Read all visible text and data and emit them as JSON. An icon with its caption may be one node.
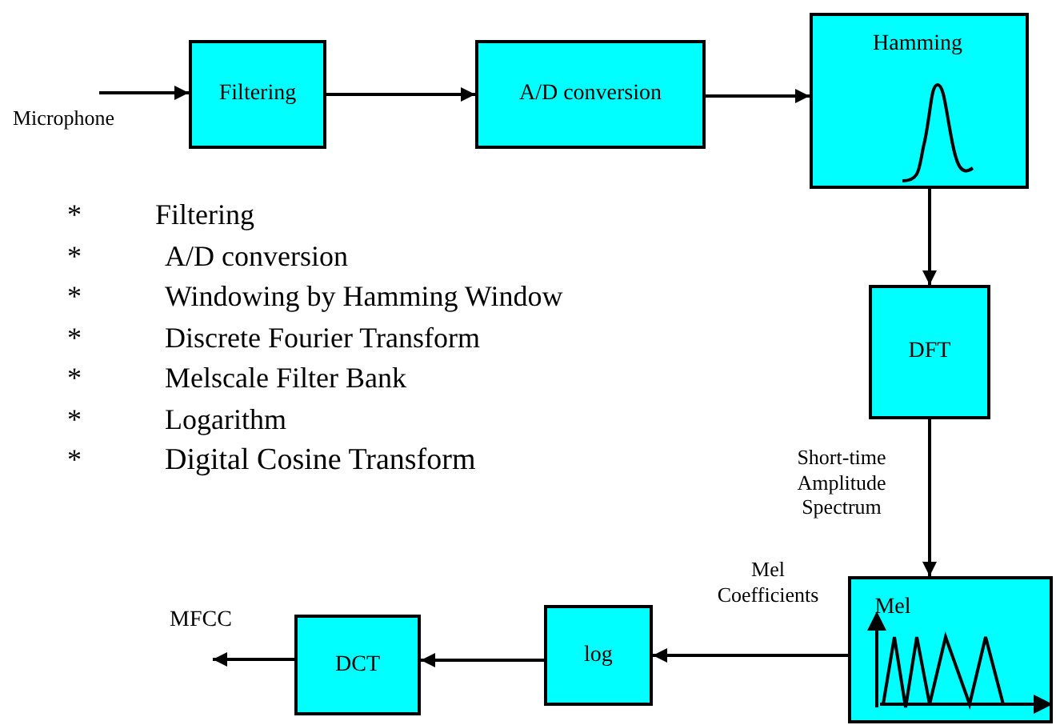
{
  "diagram": {
    "nodes": [
      {
        "text": [
          "Microphone"
        ]
      },
      {
        "text": [
          "Filtering"
        ]
      },
      {
        "text": [
          "A/D conversion"
        ]
      },
      {
        "text": [
          "Hamming"
        ]
      },
      {
        "text": [
          "DFT"
        ]
      },
      {
        "text": [
          "Mel"
        ]
      },
      {
        "text": [
          "log"
        ]
      },
      {
        "text": [
          "DCT"
        ]
      },
      {
        "text": [
          "MFCC"
        ]
      }
    ],
    "edges": [
      {
        "from": 0,
        "to": 1,
        "arrow": "to"
      },
      {
        "from": 1,
        "to": 2,
        "arrow": "to"
      },
      {
        "from": 2,
        "to": 3,
        "arrow": "to"
      },
      {
        "from": 3,
        "to": 4,
        "arrow": "to"
      },
      {
        "from": 4,
        "to": 5,
        "arrow": "to",
        "label": "Short-time Amplitude Spectrum"
      },
      {
        "from": 5,
        "to": 6,
        "arrow": "to",
        "label": "Mel Coefficients"
      },
      {
        "from": 6,
        "to": 7,
        "arrow": "to"
      },
      {
        "from": 7,
        "to": 8,
        "arrow": "to"
      }
    ],
    "labels": [
      "*",
      "Filtering",
      "*",
      "A/D conversion",
      "*",
      "Windowing by Hamming Window",
      "*",
      "Discrete Fourier Transform",
      "*",
      "Melscale Filter Bank",
      "*",
      "Logarithm",
      "*",
      "Digital Cosine Transform"
    ]
  }
}
